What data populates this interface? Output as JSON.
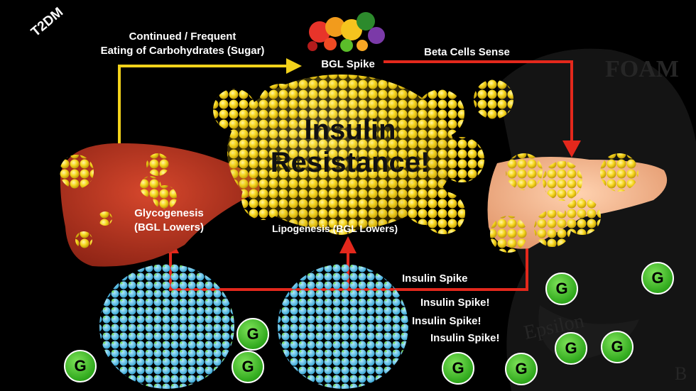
{
  "diagram": {
    "tag": "T2DM",
    "watermark": {
      "text1": "FOAM",
      "text2": "Epsilon",
      "text3": "B"
    },
    "center": {
      "title_line1": "Insulin",
      "title_line2": "Resistance!"
    },
    "labels": {
      "eating_line1": "Continued / Frequent",
      "eating_line2": "Eating of Carbohydrates (Sugar)",
      "bgl_spike": "BGL Spike",
      "beta_cells": "Beta Cells Sense",
      "glyco_line1": "Glycogenesis",
      "glyco_line2": "(BGL Lowers)",
      "lipo": "Lipogenesis (BGL Lowers)",
      "insulin_spike": "Insulin Spike",
      "insulin_spike_1": "Insulin Spike!",
      "insulin_spike_2": "Insulin Spike!",
      "insulin_spike_3": "Insulin Spike!"
    },
    "glucose_label": "G",
    "colors": {
      "yellow_arrow": "#f2d21b",
      "red_arrow": "#e3281c",
      "fat_cell": "#f6d61c",
      "liver": "#b8321f",
      "pancreas": "#f2b48a",
      "insulin_molecule": "#5fc8ea",
      "glucose": "#2fa81c"
    }
  }
}
